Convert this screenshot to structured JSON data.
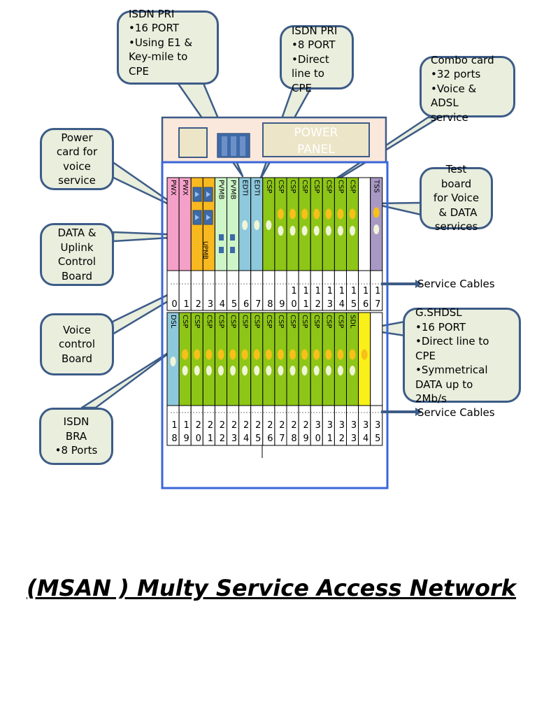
{
  "title": "(MSAN ) Multy Service Access Network",
  "power_panel_label": [
    "POWER",
    "PANEL"
  ],
  "callouts": {
    "isdn_pri_16": [
      "ISDN PRI",
      "•16 PORT",
      "•Using E1 &",
      "Key-mile  to",
      "CPE"
    ],
    "isdn_pri_8": [
      "ISDN PRI",
      "•8 PORT",
      "•Direct",
      "line to",
      "CPE"
    ],
    "combo": [
      "Combo card",
      "•32 ports",
      "•Voice &",
      "ADSL",
      "service"
    ],
    "power_card": [
      "Power",
      "card for",
      "voice",
      "service"
    ],
    "data_uplink": [
      "DATA  &",
      "Uplink",
      "Control",
      "Board"
    ],
    "test_board": [
      "Test",
      "board",
      "for Voice",
      " & DATA",
      "services"
    ],
    "voice_control": [
      "Voice",
      "control",
      "Board"
    ],
    "gshdsl": [
      "G.SHDSL",
      "•16 PORT",
      "•Direct line to",
      "CPE",
      "•Symmetrical",
      "DATA up to",
      "2Mb/s"
    ],
    "isdn_bra": [
      "ISDN",
      "BRA",
      "•8 Ports"
    ]
  },
  "service_cables_label": "Service Cables",
  "upper_rack": {
    "slot_numbers": [
      "0",
      "1",
      "2",
      "3",
      "4",
      "5",
      "6",
      "7",
      "8",
      "9",
      "10",
      "11",
      "12",
      "13",
      "14",
      "15",
      "16",
      "17"
    ],
    "card_labels": [
      "PWX",
      "PWX",
      "",
      "",
      "PVMB",
      "PVMB",
      "EDTI",
      "EDTI",
      "CSP",
      "CSP",
      "CSP",
      "CSP",
      "CSP",
      "CSP",
      "CSP",
      "CSP",
      "",
      "TSS"
    ],
    "upmb_label": "UPMB"
  },
  "lower_rack": {
    "slot_numbers": [
      "18",
      "19",
      "20",
      "21",
      "22",
      "23",
      "24",
      "25",
      "26",
      "27",
      "28",
      "29",
      "30",
      "31",
      "32",
      "33",
      "34",
      "35"
    ],
    "card_labels": [
      "DSL",
      "CSP",
      "CSP",
      "CSP",
      "CSP",
      "CSP",
      "CSP",
      "CSP",
      "CSP",
      "CSP",
      "CSP",
      "CSP",
      "CSP",
      "CSP",
      "CSP",
      "SDL",
      "",
      ""
    ]
  },
  "colors": {
    "callout_fill": "#e9eedd",
    "callout_border": "#3d5c87",
    "frame_blue": "#3a66d8",
    "power_pink": "#f5a0c8",
    "uplink_orange": "#f8b820",
    "voice_ctrl_green": "#cdf5c8",
    "isdn_blue": "#8ec8dc",
    "service_green": "#8ec618",
    "test_purple": "#a898c4",
    "shdsl_yellow": "#f8f018",
    "port_yellow": "#f8c018",
    "port_white": "#f0f5d8"
  }
}
